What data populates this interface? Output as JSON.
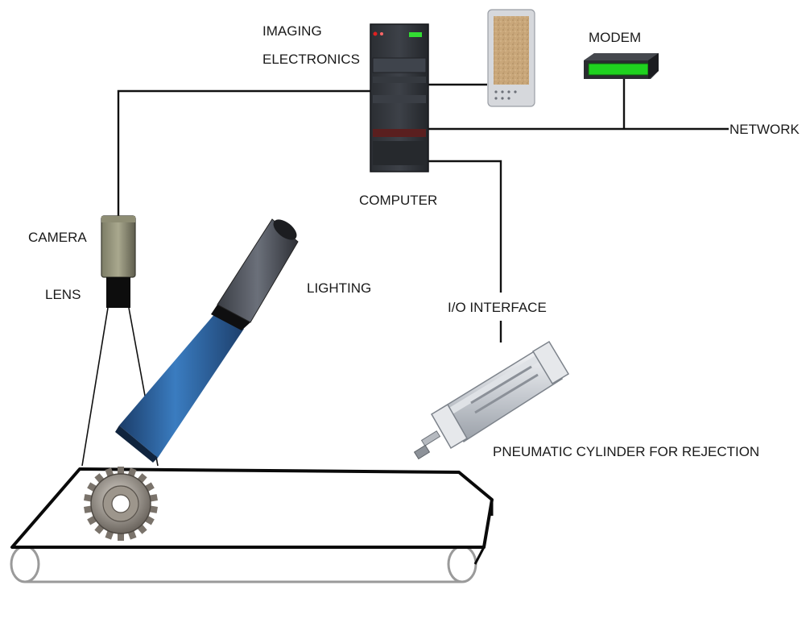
{
  "labels": {
    "imaging_electronics_line1": "IMAGING",
    "imaging_electronics_line2": "ELECTRONICS",
    "modem": "MODEM",
    "network": "NETWORK",
    "computer": "COMPUTER",
    "camera": "CAMERA",
    "lens": "LENS",
    "lighting": "LIGHTING",
    "io_interface": "I/O INTERFACE",
    "pneumatic_cylinder": "PNEUMATIC CYLINDER FOR REJECTION"
  },
  "colors": {
    "wire": "#111111",
    "modem_light": "#22dd22",
    "computer_led_green": "#33dd33",
    "computer_led_red": "#e02020",
    "light_beam": "#2f6fb0"
  },
  "icons": {
    "computer": "tower-computer-icon",
    "display": "touch-display-icon",
    "modem": "modem-icon",
    "camera": "camera-icon",
    "lighting": "light-source-icon",
    "cylinder": "pneumatic-cylinder-icon",
    "gear": "gear-icon",
    "conveyor": "conveyor-belt-icon"
  }
}
